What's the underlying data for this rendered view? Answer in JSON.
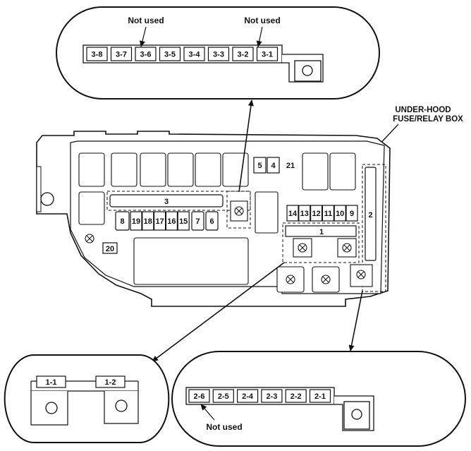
{
  "top_callout": {
    "fuses": [
      "3-8",
      "3-7",
      "3-6",
      "3-5",
      "3-4",
      "3-3",
      "3-2",
      "3-1"
    ],
    "note_left": "Not used",
    "note_right": "Not used"
  },
  "box_label": {
    "line1": "UNDER-HOOD",
    "line2": "FUSE/RELAY BOX"
  },
  "main_box": {
    "fuse_3": "3",
    "fuse_2": "2",
    "fuse_1": "1",
    "fuse_5": "5",
    "fuse_4": "4",
    "fuse_21": "21",
    "fuse_8": "8",
    "fuse_7": "7",
    "fuse_6": "6",
    "fuse_20": "20",
    "row_left": [
      "19",
      "18",
      "17",
      "16",
      "15"
    ],
    "row_right": [
      "14",
      "13",
      "12",
      "11",
      "10",
      "9"
    ]
  },
  "bottom_left_callout": {
    "fuse_a": "1-1",
    "fuse_b": "1-2"
  },
  "bottom_right_callout": {
    "fuses": [
      "2-6",
      "2-5",
      "2-4",
      "2-3",
      "2-2",
      "2-1"
    ],
    "note": "Not used"
  }
}
